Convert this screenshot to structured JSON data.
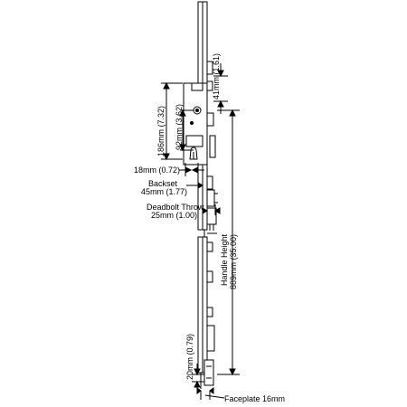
{
  "labels": {
    "dim_top": "41mm (1.61)",
    "dim_186": "186mm (7.32)",
    "dim_92": "92mm (3.62)",
    "dim_18": "18mm (0.72)",
    "backset_title": "Backset",
    "backset_value": "45mm (1.77)",
    "deadbolt_title": "Deadbolt Throw",
    "deadbolt_value": "25mm (1.00)",
    "handle_title": "Handle Height",
    "handle_value": "889mm (35.00)",
    "dim_20": "20mm (0.79)",
    "faceplate": "Faceplate 16mm"
  },
  "colors": {
    "line": "#000000",
    "fill": "#ffffff",
    "shade": "#d9d9d9"
  }
}
